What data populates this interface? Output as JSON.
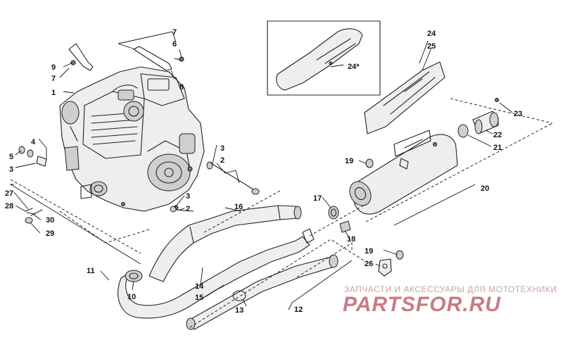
{
  "diagram": {
    "callouts": {
      "c1": "1",
      "c2a": "2",
      "c2b": "2",
      "c3a": "3",
      "c3b": "3",
      "c3c": "3",
      "c4": "4",
      "c5": "5",
      "c6": "6",
      "c7a": "7",
      "c7b": "7",
      "c8": "8",
      "c9": "9",
      "c10": "10",
      "c11": "11",
      "c12": "12",
      "c13": "13",
      "c14": "14",
      "c15": "15",
      "c16": "16",
      "c17": "17",
      "c18": "18",
      "c19a": "19",
      "c19b": "19",
      "c20": "20",
      "c21": "21",
      "c22": "22",
      "c23": "23",
      "c24a": "24",
      "c24b": "24*",
      "c25": "25",
      "c26": "26",
      "c27": "27",
      "c28": "28",
      "c29": "29",
      "c30": "30"
    }
  },
  "watermark": {
    "caption": "ЗАПЧАСТИ И АКСЕССУАРЫ ДЛЯ МОТОТЕХНИКИ",
    "logo": "PARTSFOR.RU"
  }
}
